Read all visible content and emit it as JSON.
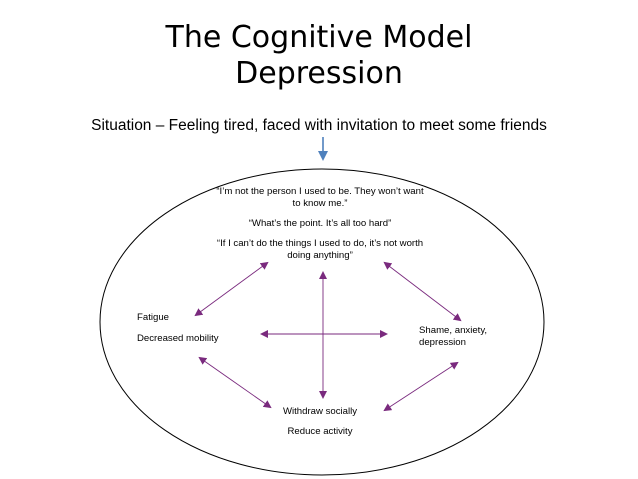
{
  "title": {
    "line1": "The Cognitive Model",
    "line2": "Depression"
  },
  "situation": "Situation – Feeling tired, faced with invitation to meet some friends",
  "nodes": {
    "thoughts": [
      "“I’m not the person I used to be. They won’t want to know me.”",
      "“What’s the point. It’s all too hard”",
      "“If I can’t do the things I used to do, it’s not worth doing anything”"
    ],
    "physical": [
      "Fatigue",
      "Decreased mobility"
    ],
    "emotions": "Shame, anxiety, depression",
    "behaviour": [
      "Withdraw socially",
      "Reduce activity"
    ]
  },
  "colors": {
    "arrow": "#7a2a7e",
    "situation_arrow": "#4f81bd",
    "ellipse": "#000000"
  }
}
